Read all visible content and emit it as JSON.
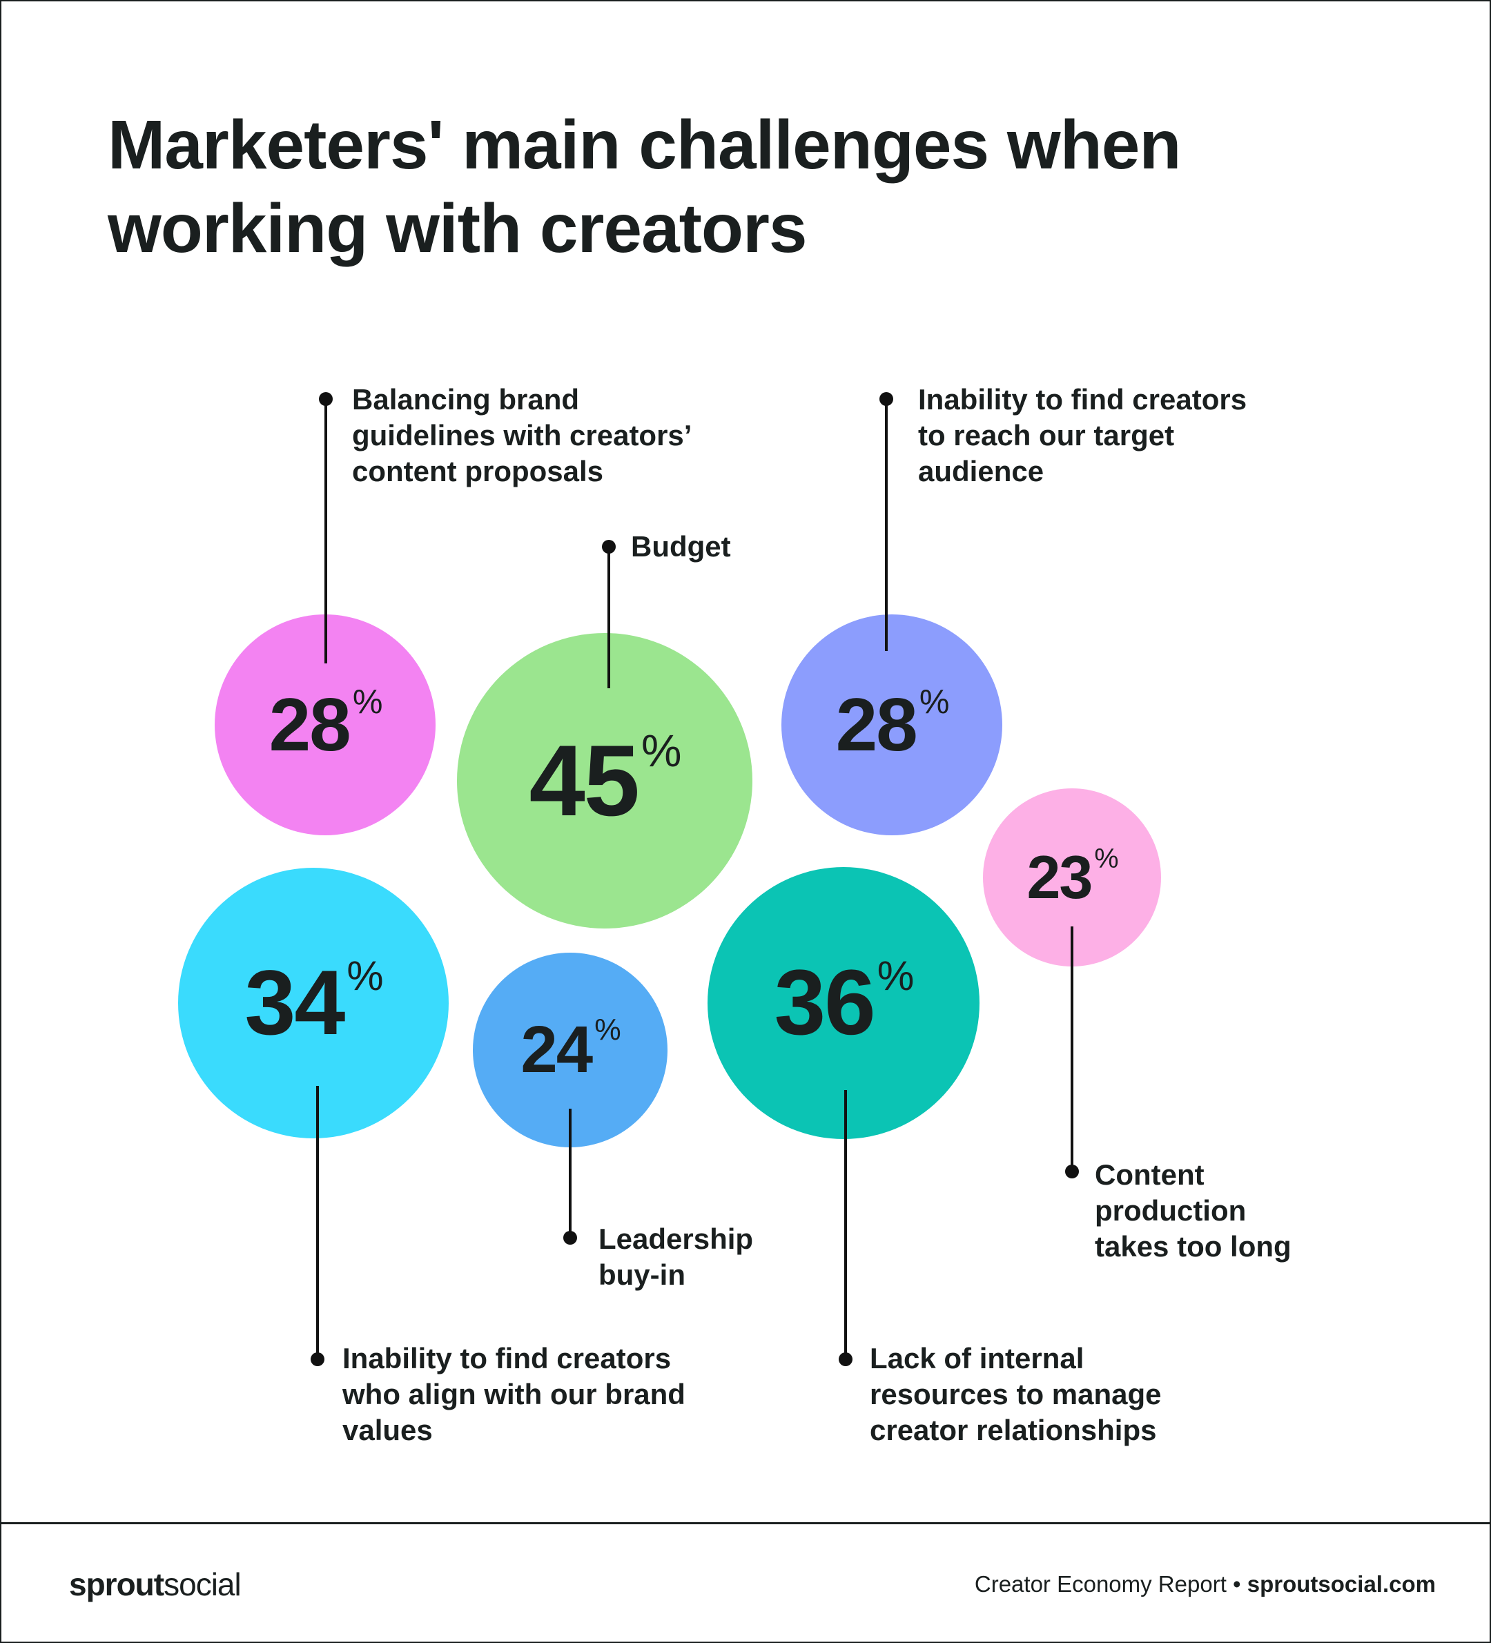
{
  "title": "Marketers' main challenges when working with creators",
  "chart_data": {
    "type": "bubble",
    "title": "Marketers' main challenges when working with creators",
    "unit": "%",
    "items": [
      {
        "label": "Balancing brand guidelines with creators’ content proposals",
        "value": 28,
        "color": "#f383f2"
      },
      {
        "label": "Budget",
        "value": 45,
        "color": "#9be58f"
      },
      {
        "label": "Inability to find creators to reach our target audience",
        "value": 28,
        "color": "#8c9dfd"
      },
      {
        "label": "Content production takes too long",
        "value": 23,
        "color": "#fdb0e6"
      },
      {
        "label": "Inability to find creators who align with our brand values",
        "value": 34,
        "color": "#3adbfd"
      },
      {
        "label": "Leadership buy-in",
        "value": 24,
        "color": "#55acf5"
      },
      {
        "label": "Lack of internal resources to manage creator relationships",
        "value": 36,
        "color": "#0bc4b4"
      }
    ]
  },
  "footer": {
    "logo_bold": "sprout",
    "logo_light": "social",
    "report": "Creator Economy Report •",
    "site": "sproutsocial.com"
  }
}
